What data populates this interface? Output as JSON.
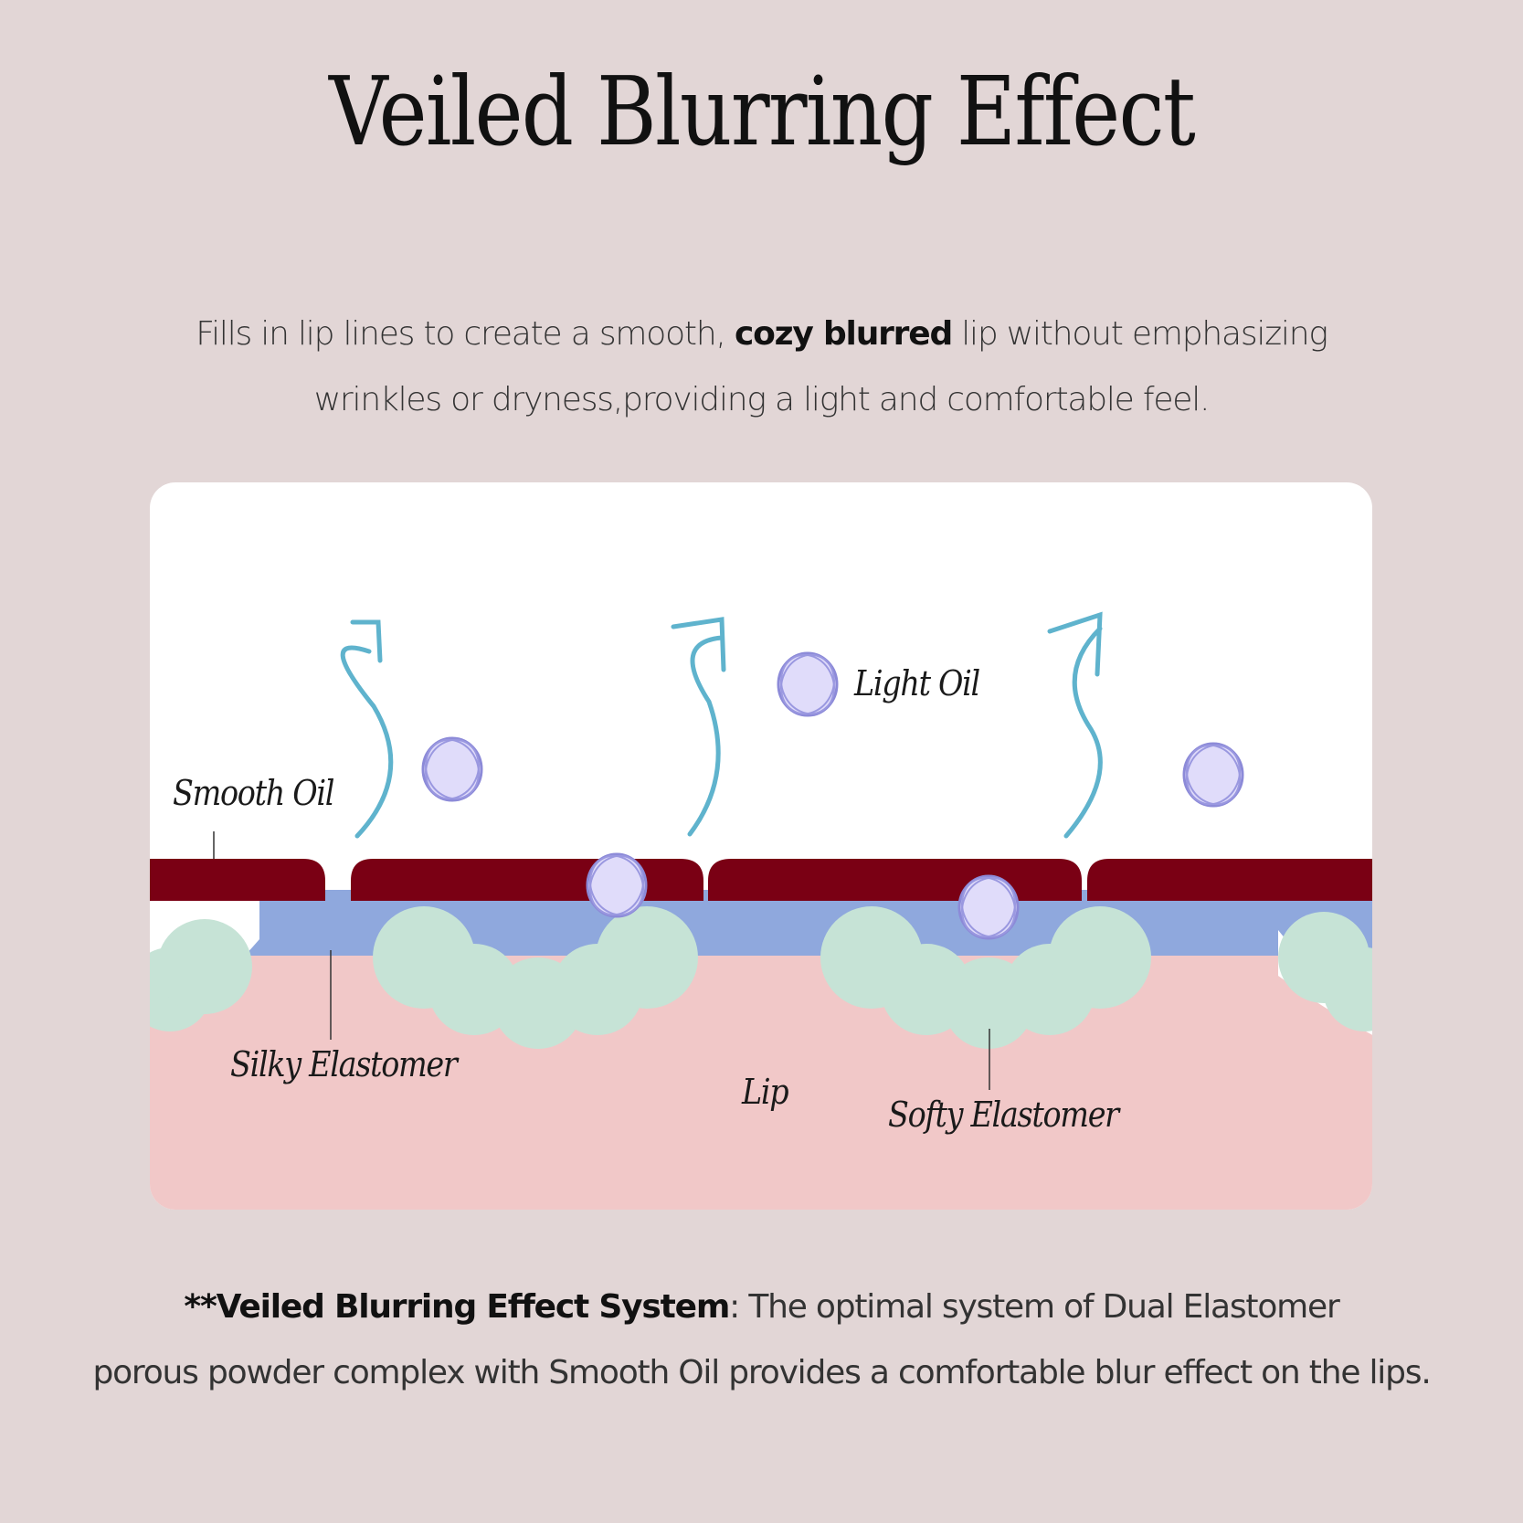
{
  "title": "Veiled Blurring Effect",
  "intro": {
    "line1_pre": "Fills in lip lines to create a smooth, ",
    "line1_bold": "cozy blurred",
    "line1_post": " lip without emphasizing",
    "line2": "wrinkles or dryness,providing a light and comfortable feel."
  },
  "diagram": {
    "labels": {
      "smooth_oil": "Smooth Oil",
      "light_oil": "Light Oil",
      "silky_elastomer": "Silky Elastomer",
      "lip": "Lip",
      "softy_elastomer": "Softy Elastomer"
    },
    "colors": {
      "card_bg": "#ffffff",
      "smooth_oil_layer": "#7a0014",
      "silky_elastomer_layer": "#8fa8dd",
      "lip_layer": "#f1c8c8",
      "softy_elastomer_particle": "#c6e3d6",
      "light_oil_fill": "#e0dcfa",
      "light_oil_stroke": "#8c8ad8",
      "arrow": "#5fb3cd"
    }
  },
  "footer": {
    "bold": "**Veiled Blurring Effect System",
    "colon": ":",
    "line1_post": " The optimal system of Dual Elastomer",
    "line2": "porous powder complex with Smooth Oil provides a comfortable blur effect on the lips."
  },
  "page_bg": "#e2d6d6"
}
